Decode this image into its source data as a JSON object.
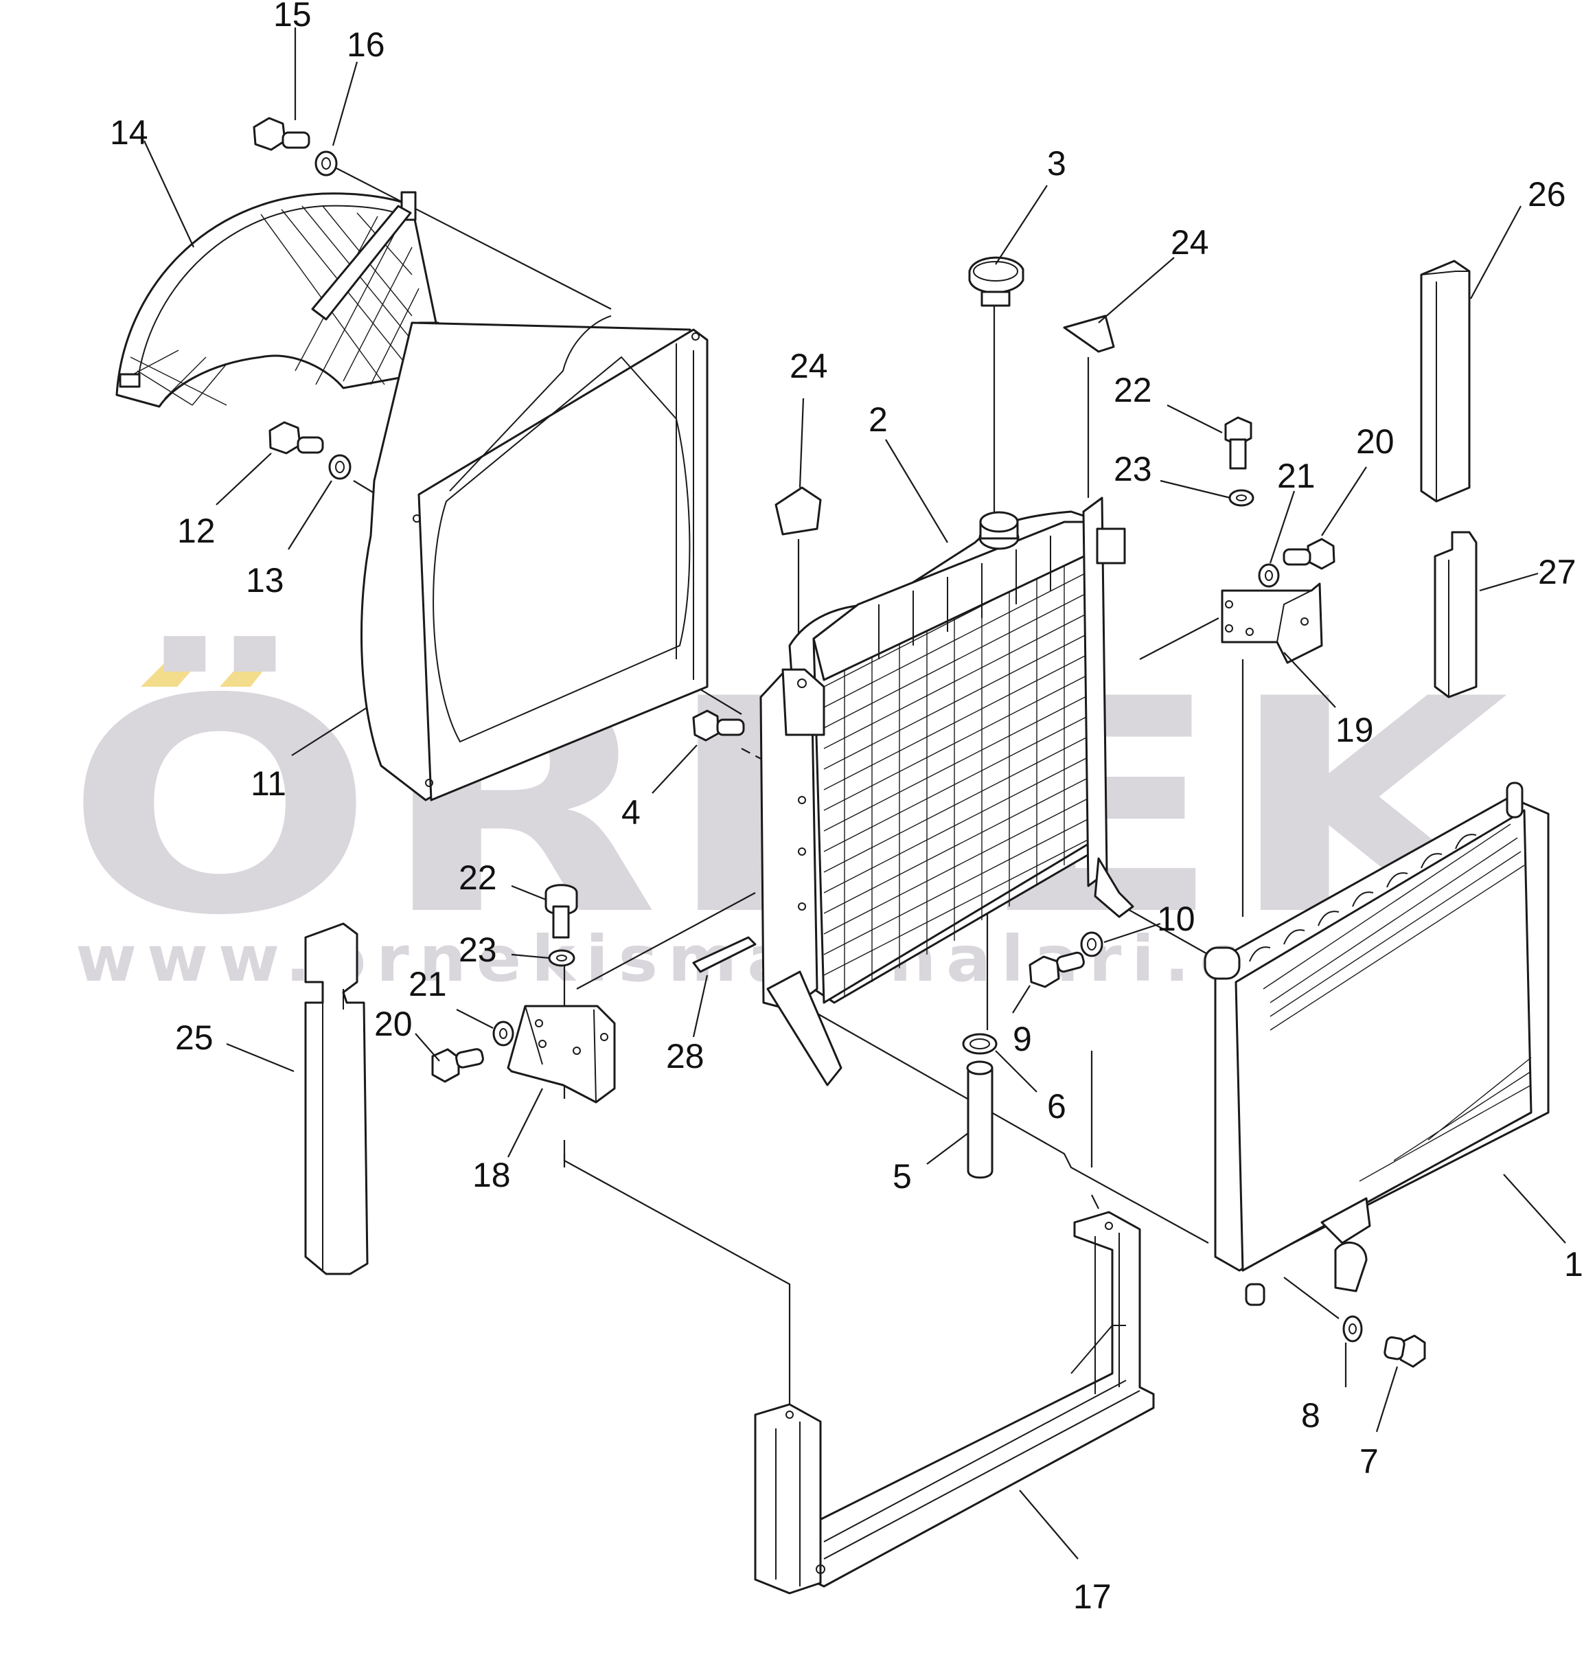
{
  "watermark": {
    "brand": "ÖRNEK",
    "url": "www.ornekismakinalari.com.tr",
    "colors": {
      "letters": "#d9d6dc",
      "accent": "#f3dc8c"
    }
  },
  "callouts": {
    "c1": "1",
    "c2": "2",
    "c3": "3",
    "c4": "4",
    "c5": "5",
    "c6": "6",
    "c7": "7",
    "c8": "8",
    "c9": "9",
    "c10": "10",
    "c11": "11",
    "c12": "12",
    "c13": "13",
    "c14": "14",
    "c15": "15",
    "c16": "16",
    "c17": "17",
    "c18": "18",
    "c19": "19",
    "c20_right": "20",
    "c20_left": "20",
    "c21_right": "21",
    "c21_left": "21",
    "c22_right": "22",
    "c22_left": "22",
    "c23_right": "23",
    "c23_left": "23",
    "c24_center": "24",
    "c24_right": "24",
    "c25": "25",
    "c26": "26",
    "c27": "27",
    "c28": "28"
  }
}
